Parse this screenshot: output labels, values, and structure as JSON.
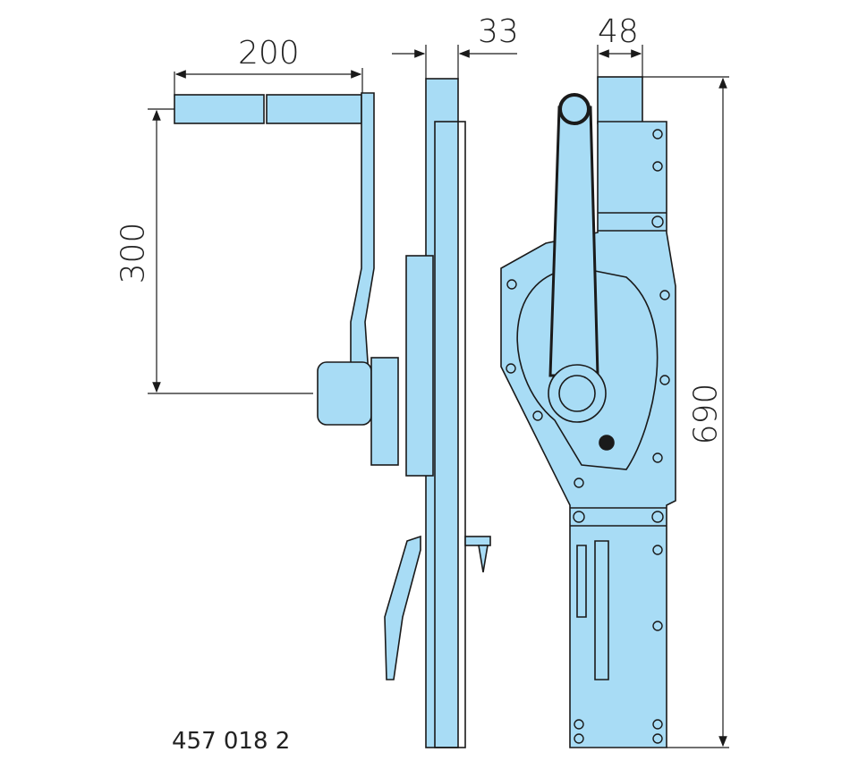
{
  "dimensions": {
    "handle_length": "200",
    "handle_height": "300",
    "rail_width": "33",
    "post_width": "48",
    "total_height": "690"
  },
  "part_number": "457 018 2",
  "colors": {
    "fill": "#a8dcf5",
    "stroke": "#1a1a1a"
  }
}
